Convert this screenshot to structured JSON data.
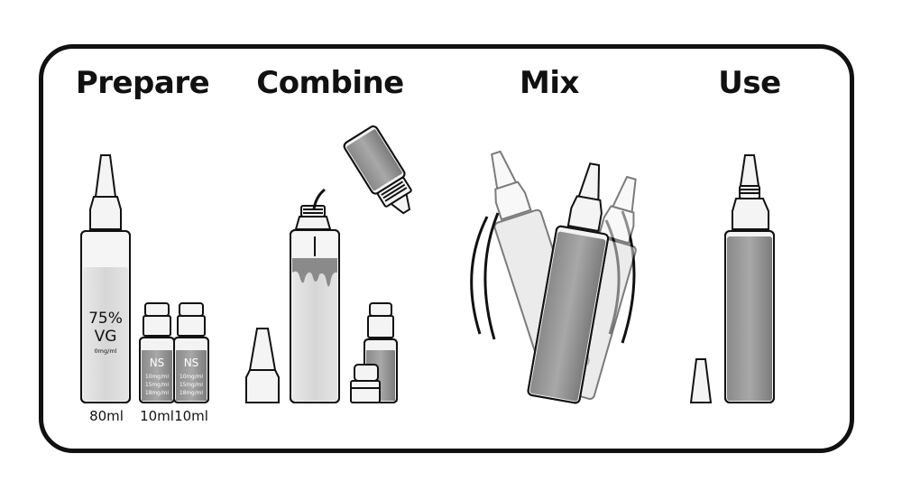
{
  "steps": [
    {
      "title": "Prepare"
    },
    {
      "title": "Combine"
    },
    {
      "title": "Mix"
    },
    {
      "title": "Use"
    }
  ],
  "prepare": {
    "big_bottle": {
      "percent": "75%",
      "base": "VG",
      "strength": "0mg/ml",
      "volume": "80ml"
    },
    "shots": [
      {
        "code": "NS",
        "lines": [
          "10mg/ml",
          "15mg/ml",
          "18mg/ml"
        ],
        "volume": "10ml"
      },
      {
        "code": "NS",
        "lines": [
          "10mg/ml",
          "15mg/ml",
          "18mg/ml"
        ],
        "volume": "10ml"
      }
    ]
  },
  "colors": {
    "outline": "#111111",
    "liquid_light": "#d9d9d9",
    "liquid_dark": "#7a7a7a",
    "bottle": "#f2f2f2"
  },
  "icons": [
    "bottle-icon",
    "nicotine-shot-icon",
    "pouring-bottle-icon",
    "shaking-bottle-icon",
    "nozzle-cap-icon"
  ]
}
